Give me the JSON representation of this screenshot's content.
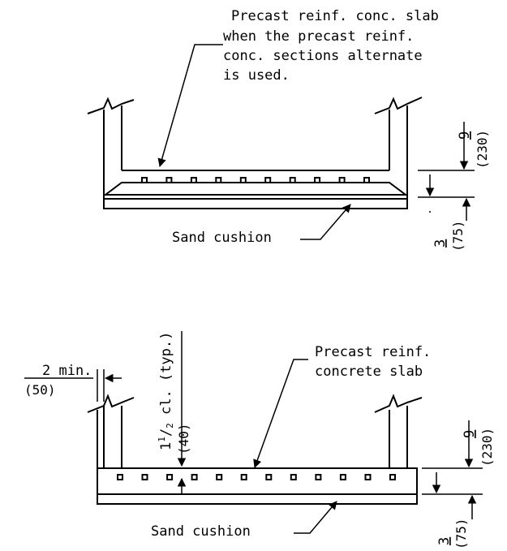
{
  "detail_top": {
    "slab_note": [
      "Precast reinf. conc. slab",
      "when the precast reinf.",
      "conc. sections alternate",
      "is used."
    ],
    "sand_label": "Sand cushion",
    "dim_slab": "9",
    "dim_slab_metric": "(230)",
    "dim_sand": "3",
    "dim_sand_metric": "(75)"
  },
  "detail_bottom": {
    "slab_note": [
      "Precast reinf.",
      "concrete slab"
    ],
    "sand_label": "Sand cushion",
    "gap_label": "2 min.",
    "gap_metric": "(50)",
    "clear_whole": "1",
    "clear_num": "1",
    "clear_den": "2",
    "clear_rest": " cl. (typ.)",
    "clear_metric": "(40)",
    "dim_slab": "9",
    "dim_slab_metric": "(230)",
    "dim_sand": "3",
    "dim_sand_metric": "(75)"
  },
  "top_bar_count": 10,
  "bottom_bar_count": 12
}
